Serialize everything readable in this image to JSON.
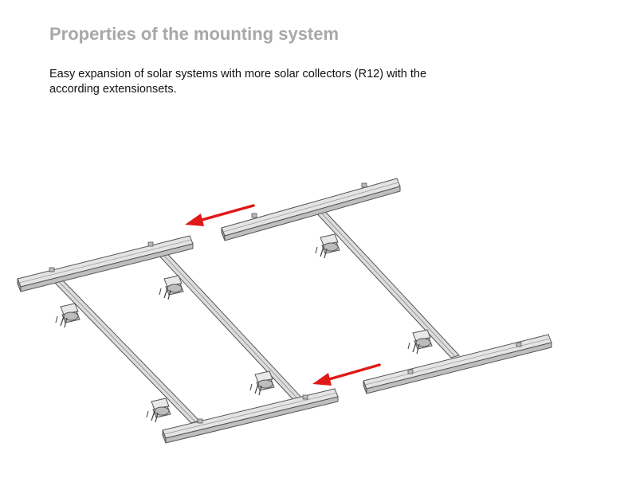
{
  "slide": {
    "title": "Properties of the mounting system",
    "description_line1": "Easy expansion of solar systems with more solar collectors (R12) with the",
    "description_line2": "according extensionsets."
  },
  "diagram": {
    "rail_color": "#d9d9d9",
    "rail_edge_color": "#555555",
    "arrow_color": "#e01818",
    "icons": [
      "arrow-left-icon"
    ]
  }
}
